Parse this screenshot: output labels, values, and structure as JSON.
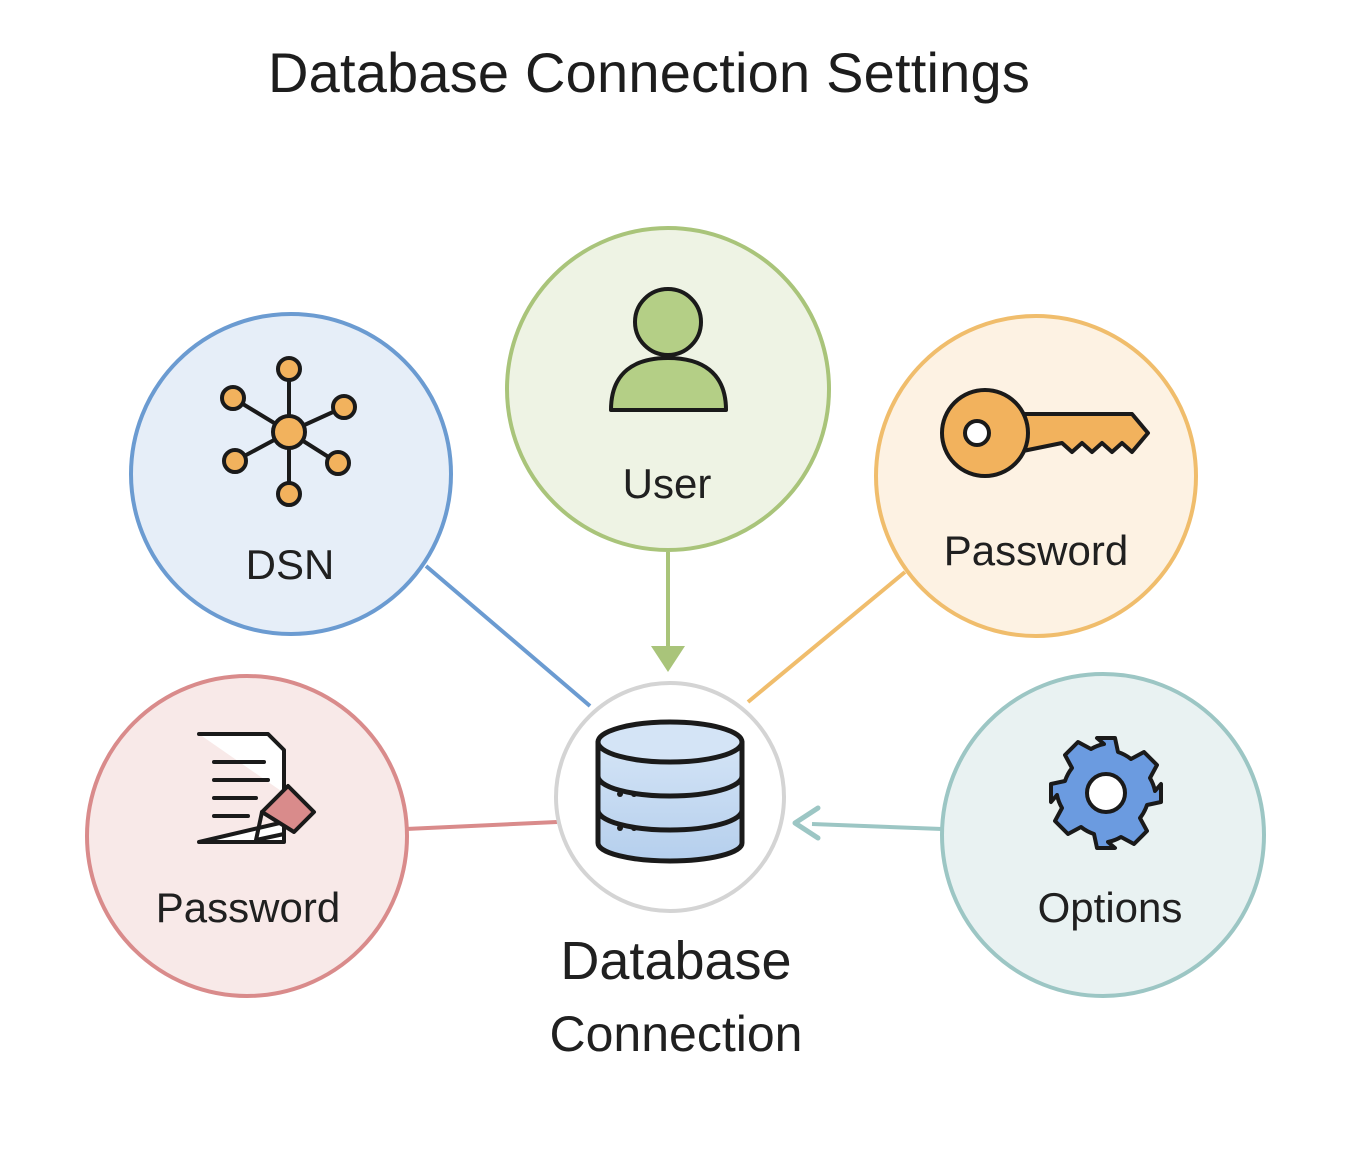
{
  "title": "Database Connection Settings",
  "center": {
    "label_line1": "Database",
    "label_line2": "Connection",
    "icon": "database-icon"
  },
  "nodes": {
    "dsn": {
      "label": "DSN",
      "icon": "network-hub-icon",
      "color": "#6b9bd1",
      "fill": "#e6eef8"
    },
    "user": {
      "label": "User",
      "icon": "user-icon",
      "color": "#a9c47a",
      "fill": "#eef3e4"
    },
    "password_key": {
      "label": "Password",
      "icon": "key-icon",
      "color": "#f0bd6c",
      "fill": "#fdf2e3"
    },
    "password_doc": {
      "label": "Password",
      "icon": "document-edit-icon",
      "color": "#d98b8b",
      "fill": "#f8e9e8"
    },
    "options": {
      "label": "Options",
      "icon": "gear-icon",
      "color": "#9cc6c4",
      "fill": "#e9f2f2"
    }
  }
}
